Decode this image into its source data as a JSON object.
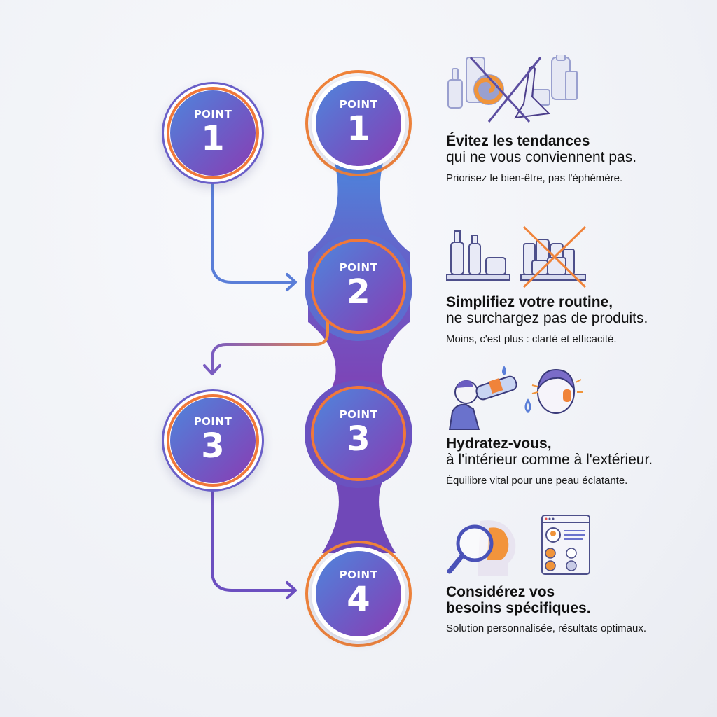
{
  "colors": {
    "blue": "#4f86dc",
    "purple": "#7a4bbf",
    "orange": "#f0833a",
    "text": "#111111",
    "background": "#f2f3f7"
  },
  "left_nodes": [
    {
      "label": "POINT",
      "number": "1"
    },
    {
      "label": "POINT",
      "number": "3"
    }
  ],
  "chain_nodes": [
    {
      "label": "POINT",
      "number": "1"
    },
    {
      "label": "POINT",
      "number": "2"
    },
    {
      "label": "POINT",
      "number": "3"
    },
    {
      "label": "POINT",
      "number": "4"
    }
  ],
  "arrows": [
    {
      "from": "left-point-1",
      "to": "point-2",
      "icon": "arrow-right-icon"
    },
    {
      "from": "point-2",
      "to": "left-point-3",
      "icon": "arrow-down-icon"
    },
    {
      "from": "left-point-3",
      "to": "point-4",
      "icon": "arrow-right-icon"
    }
  ],
  "tips": [
    {
      "icon": "avoid-trends-icon",
      "title": "Évitez les tendances",
      "subtitle": "qui ne vous conviennent pas.",
      "note": "Priorisez le bien-être, pas l'éphémère."
    },
    {
      "icon": "simplify-routine-icon",
      "title": "Simplifiez votre routine,",
      "subtitle": "ne surchargez pas de produits.",
      "note": "Moins, c'est plus : clarté et efficacité."
    },
    {
      "icon": "hydration-icon",
      "title": "Hydratez-vous,",
      "subtitle": "à l'intérieur comme à l'extérieur.",
      "note": "Équilibre vital pour une peau éclatante."
    },
    {
      "icon": "specific-needs-icon",
      "title": "Considérez vos",
      "title2": "besoins spécifiques.",
      "note": "Solution personnalisée, résultats optimaux."
    }
  ]
}
